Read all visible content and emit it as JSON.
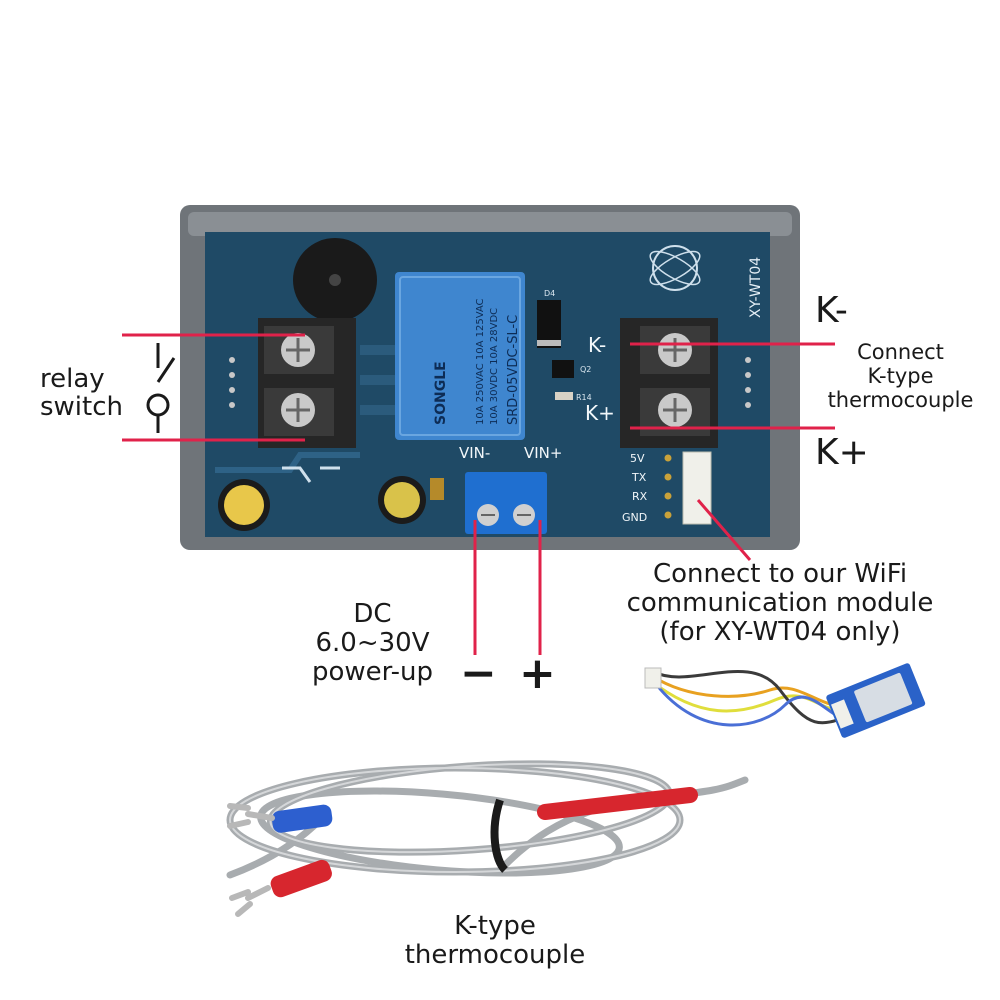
{
  "colors": {
    "background": "#ffffff",
    "pcb": "#1f4a66",
    "case": "#6f7479",
    "relay": "#3f86cf",
    "terminal_block": "#262626",
    "screw_terminal": "#1f6fd0",
    "callout_line": "#e0224a",
    "label_text": "#1a1a1a"
  },
  "board": {
    "model": "XY-WT04",
    "relay_brand": "SONGLE",
    "relay_model": "SRD-05VDC-SL-C",
    "relay_rating_1": "10A 250VAC 10A 125VAC",
    "relay_rating_2": "10A 30VDC 10A 28VDC",
    "terminal_k_minus": "K-",
    "terminal_k_plus": "K+",
    "vin_minus": "VIN-",
    "vin_plus": "VIN+",
    "uart_pins": [
      "5V",
      "TX",
      "RX",
      "GND"
    ],
    "silk_d4": "D4",
    "silk_q2": "Q2",
    "silk_r14": "R14"
  },
  "labels": {
    "relay_switch_line1": "relay",
    "relay_switch_line2": "switch",
    "k_minus": "K-",
    "k_plus": "K+",
    "thermo_connect_line1": "Connect",
    "thermo_connect_line2": "K-type",
    "thermo_connect_line3": "thermocouple",
    "wifi_line1": "Connect to our WiFi",
    "wifi_line2": "communication module",
    "wifi_line3": "(for XY-WT04 only)",
    "dc_line1": "DC",
    "dc_line2": "6.0~30V",
    "dc_line3": "power-up",
    "minus_sign": "−",
    "plus_sign": "+",
    "probe_line1": "K-type",
    "probe_line2": "thermocouple"
  }
}
